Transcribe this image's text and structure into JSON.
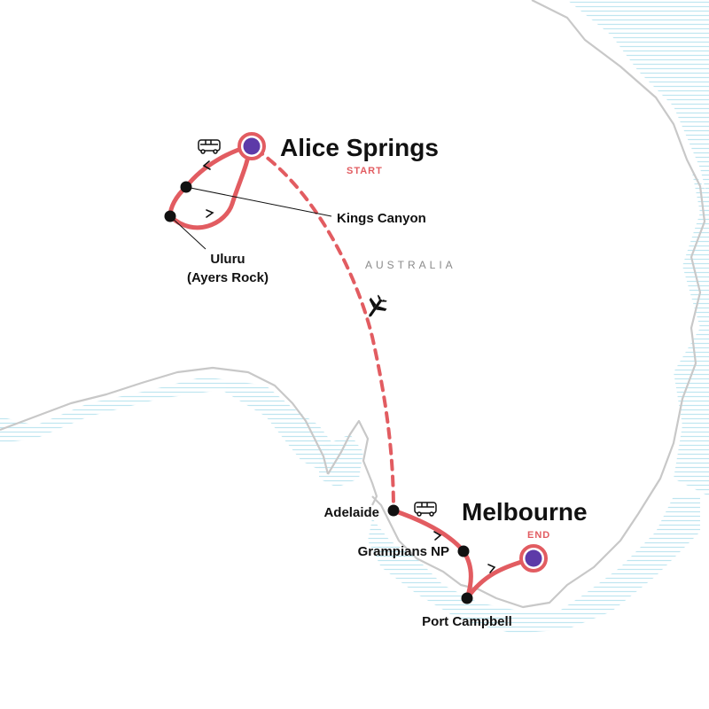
{
  "colors": {
    "route": "#e25c61",
    "endpoint_fill": "#5d3aa8",
    "coast_line": "#c8c8c8",
    "water_hatch": "#b8e3ee",
    "stop_dot": "#111111",
    "tag": "#e25c61",
    "region": "#8a8a8a"
  },
  "region_label": "AUSTRALIA",
  "start": {
    "name": "Alice Springs",
    "tag": "START"
  },
  "end": {
    "name": "Melbourne",
    "tag": "END"
  },
  "stops": {
    "kings_canyon": "Kings Canyon",
    "uluru_line1": "Uluru",
    "uluru_line2": "(Ayers Rock)",
    "adelaide": "Adelaide",
    "grampians": "Grampians NP",
    "port_campbell": "Port Campbell"
  },
  "transport_icons": [
    "bus-icon",
    "plane-icon",
    "bus-icon"
  ]
}
